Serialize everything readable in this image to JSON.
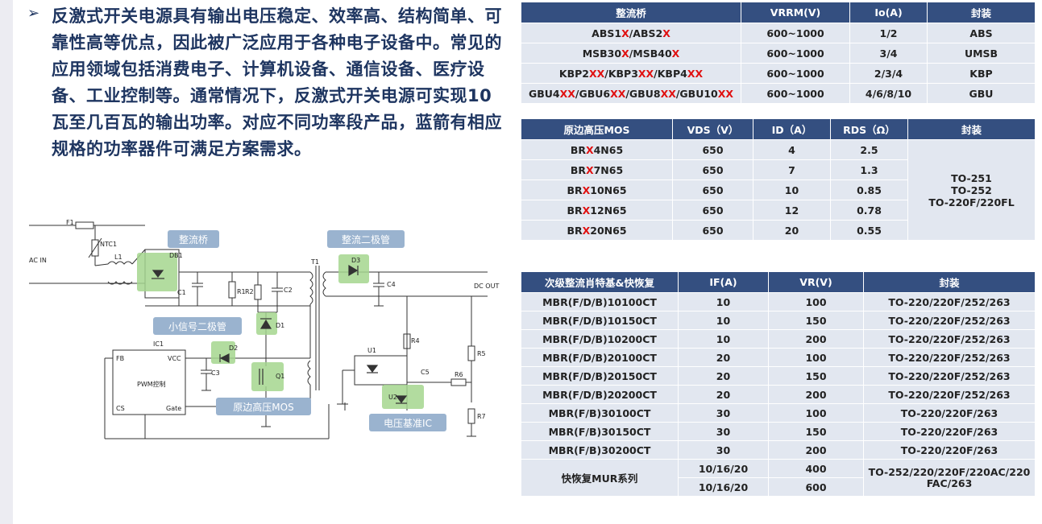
{
  "intro": {
    "bullet": "➢",
    "text": "反激式开关电源具有输出电压稳定、效率高、结构简单、可靠性高等优点，因此被广泛应用于各种电子设备中。常见的应用领域包括消费电子、计算机设备、通信设备、医疗设备、工业控制等。通常情况下，反激式开关电源可实现10瓦至几百瓦的输出功率。对应不同功率段产品，蓝箭有相应规格的功率器件可满足方案需求。"
  },
  "circuit": {
    "callouts": {
      "bridge": "整流桥",
      "rect_diode": "整流二极管",
      "small_signal": "小信号二极管",
      "mos": "原边高压MOS",
      "vref": "电压基准IC"
    },
    "labels": {
      "ac_in": "AC IN",
      "dc_out": "DC OUT",
      "f1": "F1",
      "ntc1": "NTC1",
      "l1": "L1",
      "db1": "DB1",
      "c1": "C1",
      "r1": "R1",
      "r2": "R2",
      "c2": "C2",
      "d1": "D1",
      "d2": "D2",
      "c3": "C3",
      "t1": "T1",
      "d3": "D3",
      "c4": "C4",
      "q1": "Q1",
      "ic1": "IC1",
      "fb": "FB",
      "vcc": "VCC",
      "pwm": "PWM控制",
      "cs": "CS",
      "gate": "Gate",
      "u1": "U1",
      "r4": "R4",
      "r5": "R5",
      "c5": "C5",
      "r6": "R6",
      "u2": "U2",
      "r7": "R7"
    }
  },
  "table_bridge": {
    "headers": [
      "整流桥",
      "VRRM(V)",
      "Io(A)",
      "封装"
    ],
    "rows": [
      {
        "parts": [
          [
            "ABS1",
            ""
          ],
          [
            "X",
            "r"
          ],
          [
            "/ABS2",
            ""
          ],
          [
            "X",
            "r"
          ]
        ],
        "vrrm": "600~1000",
        "io": "1/2",
        "pkg": "ABS"
      },
      {
        "parts": [
          [
            "MSB30",
            ""
          ],
          [
            "X",
            "r"
          ],
          [
            "/MSB40",
            ""
          ],
          [
            "X",
            "r"
          ]
        ],
        "vrrm": "600~1000",
        "io": "3/4",
        "pkg": "UMSB"
      },
      {
        "parts": [
          [
            "KBP2",
            ""
          ],
          [
            "XX",
            "r"
          ],
          [
            "/KBP3",
            ""
          ],
          [
            "XX",
            "r"
          ],
          [
            "/KBP4",
            ""
          ],
          [
            "XX",
            "r"
          ]
        ],
        "vrrm": "600~1000",
        "io": "2/3/4",
        "pkg": "KBP"
      },
      {
        "parts": [
          [
            "GBU4",
            ""
          ],
          [
            "XX",
            "r"
          ],
          [
            "/GBU6",
            ""
          ],
          [
            "XX",
            "r"
          ],
          [
            "/GBU8",
            ""
          ],
          [
            "XX",
            "r"
          ],
          [
            "/GBU10",
            ""
          ],
          [
            "XX",
            "r"
          ]
        ],
        "vrrm": "600~1000",
        "io": "4/6/8/10",
        "pkg": "GBU"
      }
    ]
  },
  "table_mos": {
    "headers": [
      "原边高压MOS",
      "VDS（V）",
      "ID（A）",
      "RDS（Ω）",
      "封装"
    ],
    "rows": [
      {
        "parts": [
          [
            "BR",
            ""
          ],
          [
            "X",
            "r"
          ],
          [
            "4N65",
            ""
          ]
        ],
        "vds": "650",
        "id": "4",
        "rds": "2.5"
      },
      {
        "parts": [
          [
            "BR",
            ""
          ],
          [
            "X",
            "r"
          ],
          [
            "7N65",
            ""
          ]
        ],
        "vds": "650",
        "id": "7",
        "rds": "1.3"
      },
      {
        "parts": [
          [
            "BR",
            ""
          ],
          [
            "X",
            "r"
          ],
          [
            "10N65",
            ""
          ]
        ],
        "vds": "650",
        "id": "10",
        "rds": "0.85"
      },
      {
        "parts": [
          [
            "BR",
            ""
          ],
          [
            "X",
            "r"
          ],
          [
            "12N65",
            ""
          ]
        ],
        "vds": "650",
        "id": "12",
        "rds": "0.78"
      },
      {
        "parts": [
          [
            "BR",
            ""
          ],
          [
            "X",
            "r"
          ],
          [
            "20N65",
            ""
          ]
        ],
        "vds": "650",
        "id": "20",
        "rds": "0.55"
      }
    ],
    "pkg_lines": [
      "TO-251",
      "TO-252",
      "TO-220F/220FL"
    ]
  },
  "table_schottky": {
    "headers": [
      "次级整流肖特基&快恢复",
      "IF(A)",
      "VR(V)",
      "封装"
    ],
    "rows": [
      {
        "part": "MBR(F/D/B)10100CT",
        "if": "10",
        "vr": "100",
        "pkg": "TO-220/220F/252/263"
      },
      {
        "part": "MBR(F/D/B)10150CT",
        "if": "10",
        "vr": "150",
        "pkg": "TO-220/220F/252/263"
      },
      {
        "part": "MBR(F/D/B)10200CT",
        "if": "10",
        "vr": "200",
        "pkg": "TO-220/220F/252/263"
      },
      {
        "part": "MBR(F/D/B)20100CT",
        "if": "20",
        "vr": "100",
        "pkg": "TO-220/220F/252/263"
      },
      {
        "part": "MBR(F/D/B)20150CT",
        "if": "20",
        "vr": "150",
        "pkg": "TO-220/220F/252/263"
      },
      {
        "part": "MBR(F/D/B)20200CT",
        "if": "20",
        "vr": "200",
        "pkg": "TO-220/220F/252/263"
      },
      {
        "part": "MBR(F/B)30100CT",
        "if": "30",
        "vr": "100",
        "pkg": "TO-220/220F/263"
      },
      {
        "part": "MBR(F/B)30150CT",
        "if": "30",
        "vr": "150",
        "pkg": "TO-220/220F/263"
      },
      {
        "part": "MBR(F/B)30200CT",
        "if": "30",
        "vr": "200",
        "pkg": "TO-220/220F/263"
      }
    ],
    "mur": {
      "part": "快恢复MUR系列",
      "rows": [
        {
          "if": "10/16/20",
          "vr": "400"
        },
        {
          "if": "10/16/20",
          "vr": "600"
        }
      ],
      "pkg": "TO-252/220/220F/220AC/220FAC/263"
    }
  }
}
